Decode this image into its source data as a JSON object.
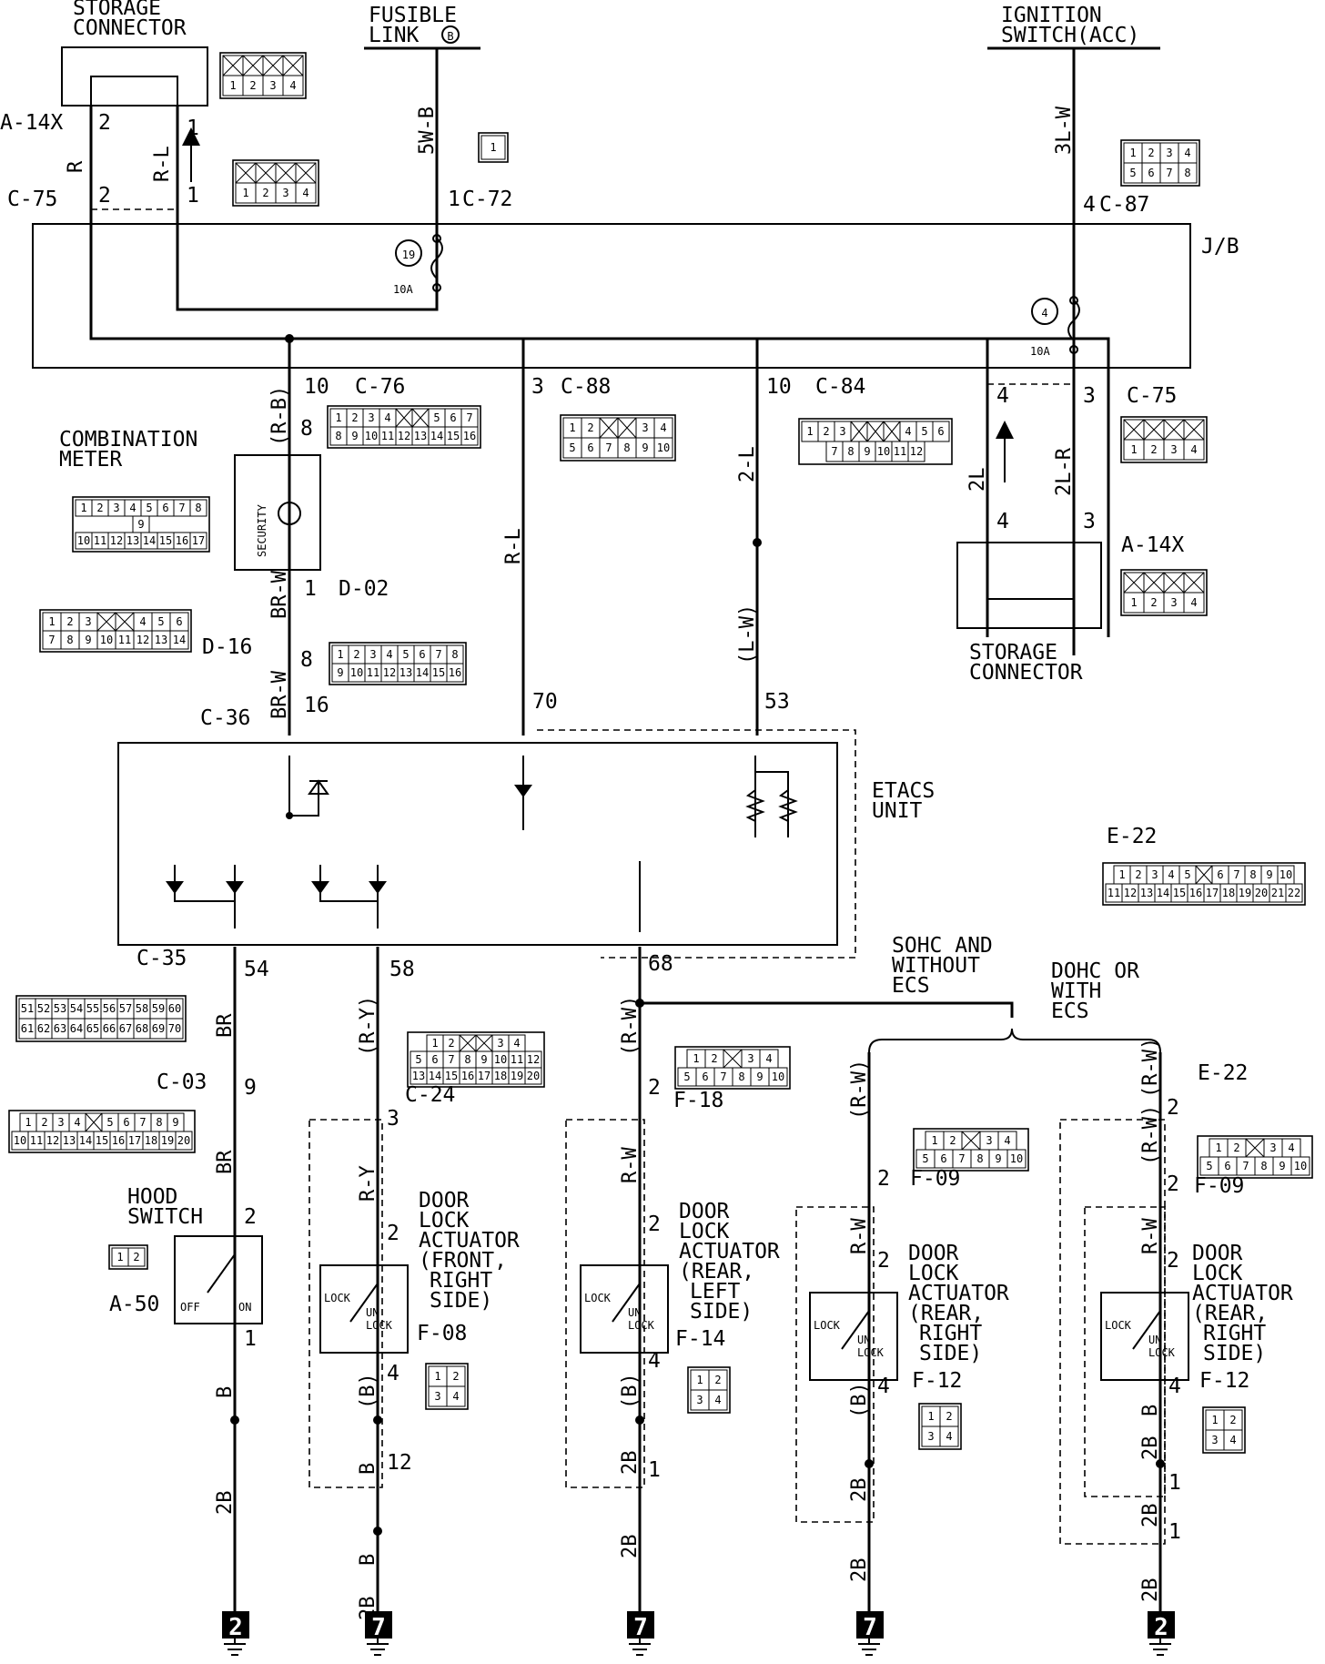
{
  "top_labels": {
    "storage_connector_top": [
      "STORAGE",
      "CONNECTOR"
    ],
    "fusible_link": [
      "FUSIBLE",
      "LINK"
    ],
    "fusible_link_id": "B",
    "ignition_switch": [
      "IGNITION",
      "SWITCH(ACC)"
    ]
  },
  "connectors": {
    "a14x": "A-14X",
    "c75": "C-75",
    "c72": "C-72",
    "c87": "C-87",
    "c76": "C-76",
    "c88": "C-88",
    "c84": "C-84",
    "d02": "D-02",
    "d16": "D-16",
    "c36": "C-36",
    "c35": "C-35",
    "c03": "C-03",
    "c24": "C-24",
    "e22": "E-22",
    "f18": "F-18",
    "f09": "F-09",
    "f08": "F-08",
    "f14": "F-14",
    "f12": "F-12",
    "a50": "A-50",
    "jb": "J/B"
  },
  "wires": {
    "r": "R",
    "rl": "R-L",
    "wb5": "5W-B",
    "lw3": "3L-W",
    "rb": "(R-B)",
    "brw": "BR-W",
    "l2": "2-L",
    "lwp": "(L-W)",
    "l2b": "2L",
    "l2r": "2L-R",
    "br": "BR",
    "ryp": "(R-Y)",
    "ry": "R-Y",
    "rwp": "(R-W)",
    "rw": "R-W",
    "b": "B",
    "bp": "(B)",
    "b2": "2B"
  },
  "pins": {
    "p1": "1",
    "p2": "2",
    "p3": "3",
    "p4": "4",
    "p8": "8",
    "p9": "9",
    "p10": "10",
    "p12": "12",
    "p16": "16",
    "p53": "53",
    "p54": "54",
    "p58": "58",
    "p68": "68",
    "p70": "70"
  },
  "fuses": {
    "f19_num": "19",
    "f19_amp": "10A",
    "f4_num": "4",
    "f4_amp": "10A"
  },
  "components": {
    "combination_meter": [
      "COMBINATION",
      "METER"
    ],
    "security": "SECURITY",
    "storage_connector_right": [
      "STORAGE",
      "CONNECTOR"
    ],
    "etacs": [
      "ETACS",
      "UNIT"
    ],
    "hood_switch": [
      "HOOD",
      "SWITCH"
    ],
    "off": "OFF",
    "on": "ON",
    "lock": "LOCK",
    "un": "UN",
    "dl_front_right": [
      "DOOR",
      "LOCK",
      "ACTUATOR",
      "(FRONT,",
      "RIGHT",
      "SIDE)"
    ],
    "dl_rear_left": [
      "DOOR",
      "LOCK",
      "ACTUATOR",
      "(REAR,",
      "LEFT",
      "SIDE)"
    ],
    "dl_rear_right": [
      "DOOR",
      "LOCK",
      "ACTUATOR",
      "(REAR,",
      "RIGHT",
      "SIDE)"
    ]
  },
  "variants": {
    "sohc": [
      "SOHC AND",
      "WITHOUT",
      "ECS"
    ],
    "dohc": [
      "DOHC OR",
      "WITH",
      "ECS"
    ]
  },
  "grounds": [
    "2",
    "7",
    "7",
    "7",
    "2"
  ],
  "connector_faces": {
    "sc4": [
      [
        "",
        "",
        "",
        ""
      ],
      [
        "1",
        "2",
        "3",
        "4"
      ]
    ],
    "c72": [
      [
        "1"
      ]
    ],
    "c87": [
      [
        "1",
        "2",
        "3",
        "4"
      ],
      [
        "5",
        "6",
        "7",
        "8"
      ]
    ],
    "c76": [
      [
        "1",
        "2",
        "3",
        "4",
        "",
        "",
        "5",
        "6",
        "7"
      ],
      [
        "8",
        "9",
        "10",
        "11",
        "12",
        "13",
        "14",
        "15",
        "16"
      ]
    ],
    "c88": [
      [
        "1",
        "2",
        "",
        "",
        "3",
        "4"
      ],
      [
        "5",
        "6",
        "7",
        "8",
        "9",
        "10"
      ]
    ],
    "c84": [
      [
        "1",
        "2",
        "3",
        "",
        "",
        "",
        "4",
        "5",
        "6"
      ],
      [
        "7",
        "8",
        "9",
        "10",
        "11",
        "12"
      ]
    ],
    "cm": [
      [
        "1",
        "2",
        "3",
        "4",
        "5",
        "6",
        "7",
        "8"
      ],
      [
        "9"
      ],
      [
        "10",
        "11",
        "12",
        "13",
        "14",
        "15",
        "16",
        "17"
      ]
    ],
    "d16": [
      [
        "1",
        "2",
        "3",
        "",
        "",
        "4",
        "5",
        "6"
      ],
      [
        "7",
        "8",
        "9",
        "10",
        "11",
        "12",
        "13",
        "14"
      ]
    ],
    "d02": [
      [
        "1",
        "2",
        "3",
        "4",
        "5",
        "6",
        "7",
        "8"
      ],
      [
        "9",
        "10",
        "11",
        "12",
        "13",
        "14",
        "15",
        "16"
      ]
    ],
    "e22": [
      [
        "1",
        "2",
        "3",
        "4",
        "5",
        "",
        "6",
        "7",
        "8",
        "9",
        "10"
      ],
      [
        "11",
        "12",
        "13",
        "14",
        "15",
        "16",
        "17",
        "18",
        "19",
        "20",
        "21",
        "22"
      ]
    ],
    "c35": [
      [
        "51",
        "52",
        "53",
        "54",
        "55",
        "56",
        "57",
        "58",
        "59",
        "60"
      ],
      [
        "61",
        "62",
        "63",
        "64",
        "65",
        "66",
        "67",
        "68",
        "69",
        "70"
      ]
    ],
    "c03": [
      [
        "1",
        "2",
        "3",
        "4",
        "",
        "5",
        "6",
        "7",
        "8",
        "9"
      ],
      [
        "10",
        "11",
        "12",
        "13",
        "14",
        "15",
        "16",
        "17",
        "18",
        "19",
        "20"
      ]
    ],
    "c24": [
      [
        "1",
        "2",
        "",
        "",
        "3",
        "4"
      ],
      [
        "5",
        "6",
        "7",
        "8",
        "9",
        "10",
        "11",
        "12"
      ],
      [
        "13",
        "14",
        "15",
        "16",
        "17",
        "18",
        "19",
        "20"
      ]
    ],
    "f18": [
      [
        "1",
        "2",
        "",
        "3",
        "4"
      ],
      [
        "5",
        "6",
        "7",
        "8",
        "9",
        "10"
      ]
    ],
    "a50": [
      [
        "1",
        "2"
      ]
    ],
    "c2x2": [
      [
        "1",
        "2"
      ],
      [
        "3",
        "4"
      ]
    ]
  }
}
